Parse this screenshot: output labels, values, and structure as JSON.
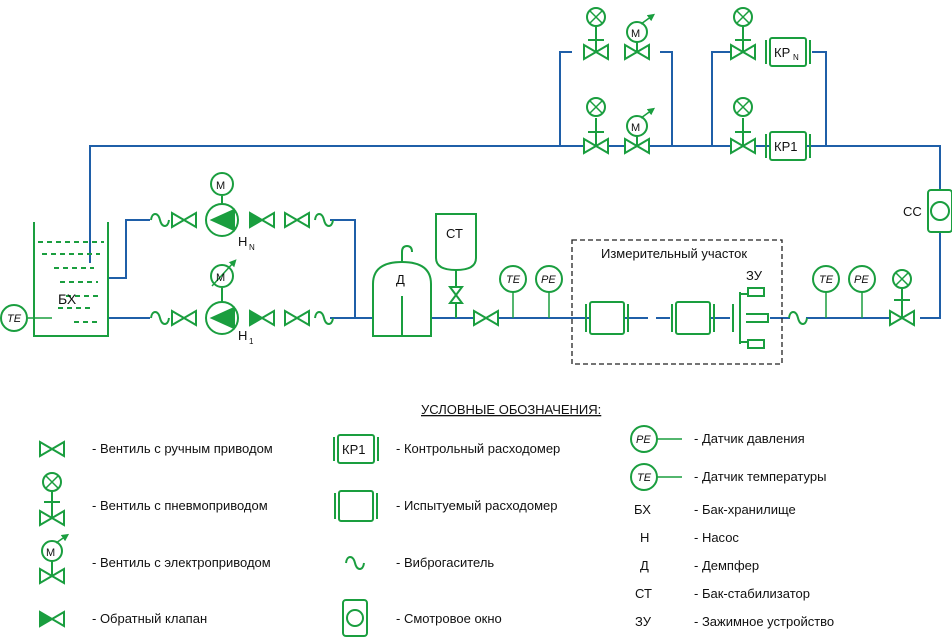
{
  "labels": {
    "tank": "БХ",
    "pump_n": "Н",
    "pump_n_sub": "N",
    "pump_1": "Н",
    "pump_1_sub": "1",
    "damper": "Д",
    "stabilizer": "СТ",
    "clamp": "ЗУ",
    "sight_glass": "СС",
    "kp1": "КР1",
    "kpn": "КР",
    "kpn_sub": "N",
    "motor": "M",
    "te": "TE",
    "pe": "PE",
    "measuring_section": "Измерительный участок"
  },
  "legend": {
    "title": "УСЛОВНЫЕ  ОБОЗНАЧЕНИЯ:",
    "items": [
      {
        "symbol": "manual-valve",
        "text": "- Вентиль с ручным приводом"
      },
      {
        "symbol": "pneumatic-valve",
        "text": "- Вентиль с пневмоприводом"
      },
      {
        "symbol": "electric-valve",
        "text": "- Вентиль с электроприводом"
      },
      {
        "symbol": "check-valve",
        "text": "- Обратный клапан"
      },
      {
        "symbol": "control-flowmeter",
        "label": "КР1",
        "text": "- Контрольный расходомер"
      },
      {
        "symbol": "tested-flowmeter",
        "text": "- Испытуемый расходомер"
      },
      {
        "symbol": "vibration-damper",
        "text": "- Виброгаситель"
      },
      {
        "symbol": "sight-window",
        "text": "- Смотровое окно"
      },
      {
        "symbol": "pressure-sensor",
        "label": "PE",
        "text": "- Датчик давления"
      },
      {
        "symbol": "temperature-sensor",
        "label": "TE",
        "text": "- Датчик температуры"
      },
      {
        "symbol": "abbr",
        "label": "БХ",
        "text": "- Бак-хранилище"
      },
      {
        "symbol": "abbr",
        "label": "Н",
        "text": "- Насос"
      },
      {
        "symbol": "abbr",
        "label": "Д",
        "text": "- Демпфер"
      },
      {
        "symbol": "abbr",
        "label": "СТ",
        "text": "- Бак-стабилизатор"
      },
      {
        "symbol": "abbr",
        "label": "ЗУ",
        "text": "- Зажимное устройство"
      }
    ]
  },
  "colors": {
    "pipe": "#1f5fa8",
    "equipment": "#1a9e3f",
    "frame": "#222222"
  }
}
